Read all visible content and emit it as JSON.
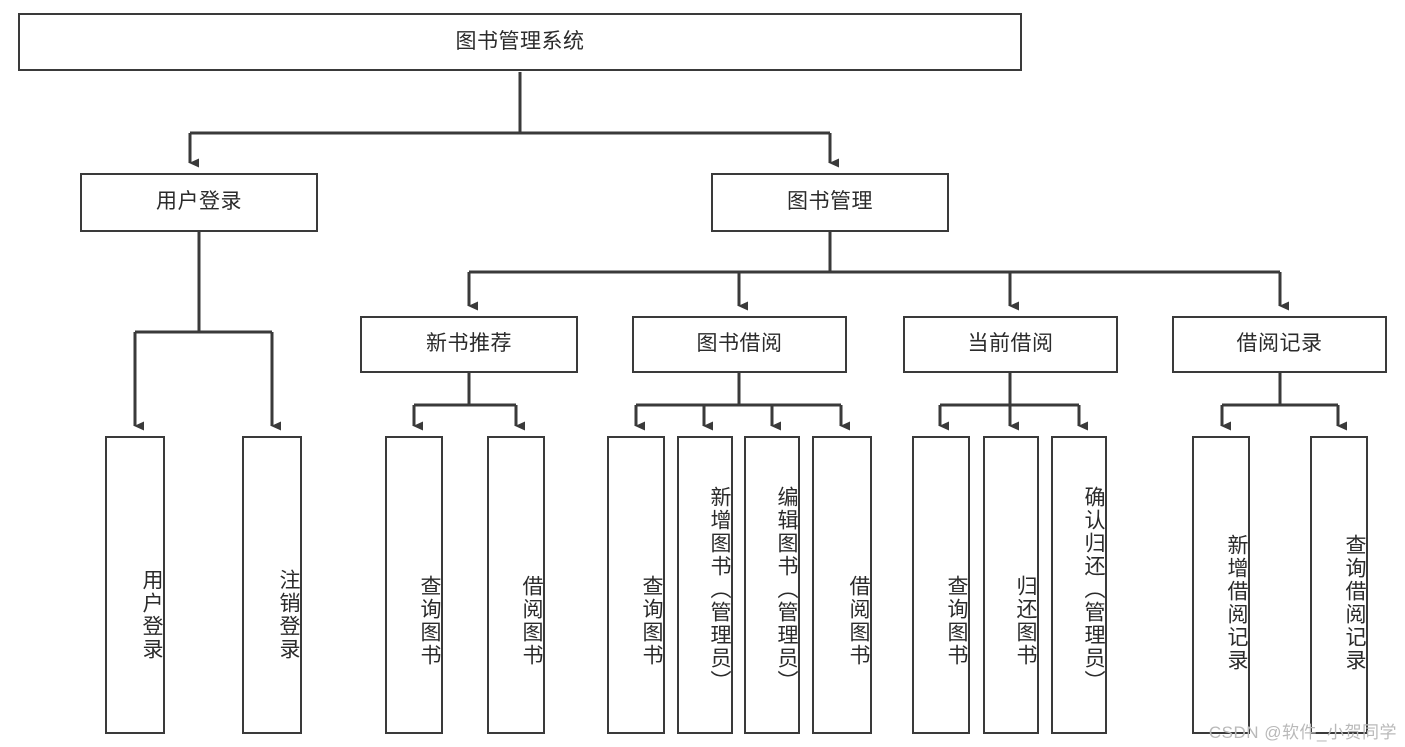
{
  "diagram": {
    "title": "图书管理系统",
    "type": "tree",
    "watermark": "CSDN @软件_小贺同学",
    "root": {
      "id": "root",
      "label": "图书管理系统",
      "orientation": "horizontal"
    },
    "level2": [
      {
        "id": "user-login",
        "label": "用户登录",
        "orientation": "horizontal"
      },
      {
        "id": "book-management",
        "label": "图书管理",
        "orientation": "horizontal"
      }
    ],
    "level3": [
      {
        "id": "new-book-recommend",
        "label": "新书推荐",
        "orientation": "horizontal",
        "parent": "book-management"
      },
      {
        "id": "book-borrow",
        "label": "图书借阅",
        "orientation": "horizontal",
        "parent": "book-management"
      },
      {
        "id": "current-borrow",
        "label": "当前借阅",
        "orientation": "horizontal",
        "parent": "book-management"
      },
      {
        "id": "borrow-record",
        "label": "借阅记录",
        "orientation": "horizontal",
        "parent": "book-management"
      }
    ],
    "leaves": [
      {
        "id": "leaf-user-login",
        "label": "用户登录",
        "parent": "user-login",
        "orientation": "vertical"
      },
      {
        "id": "leaf-logout",
        "label": "注销登录",
        "parent": "user-login",
        "orientation": "vertical"
      },
      {
        "id": "leaf-query-book-1",
        "label": "查询图书",
        "parent": "new-book-recommend",
        "orientation": "vertical"
      },
      {
        "id": "leaf-borrow-book-1",
        "label": "借阅图书",
        "parent": "new-book-recommend",
        "orientation": "vertical"
      },
      {
        "id": "leaf-query-book-2",
        "label": "查询图书",
        "parent": "book-borrow",
        "orientation": "vertical"
      },
      {
        "id": "leaf-add-book",
        "label": "新增图书（管理员）",
        "parent": "book-borrow",
        "orientation": "vertical"
      },
      {
        "id": "leaf-edit-book",
        "label": "编辑图书（管理员）",
        "parent": "book-borrow",
        "orientation": "vertical"
      },
      {
        "id": "leaf-borrow-book-2",
        "label": "借阅图书",
        "parent": "book-borrow",
        "orientation": "vertical"
      },
      {
        "id": "leaf-query-book-3",
        "label": "查询图书",
        "parent": "current-borrow",
        "orientation": "vertical"
      },
      {
        "id": "leaf-return-book",
        "label": "归还图书",
        "parent": "current-borrow",
        "orientation": "vertical"
      },
      {
        "id": "leaf-confirm-return",
        "label": "确认归还（管理员）",
        "parent": "current-borrow",
        "orientation": "vertical"
      },
      {
        "id": "leaf-add-record",
        "label": "新增借阅记录",
        "parent": "borrow-record",
        "orientation": "vertical"
      },
      {
        "id": "leaf-query-record",
        "label": "查询借阅记录",
        "parent": "borrow-record",
        "orientation": "vertical"
      }
    ],
    "colors": {
      "border": "#3a3a3a",
      "text": "#2b2b2b",
      "background": "#ffffff",
      "watermark": "#b9b9b9"
    }
  }
}
